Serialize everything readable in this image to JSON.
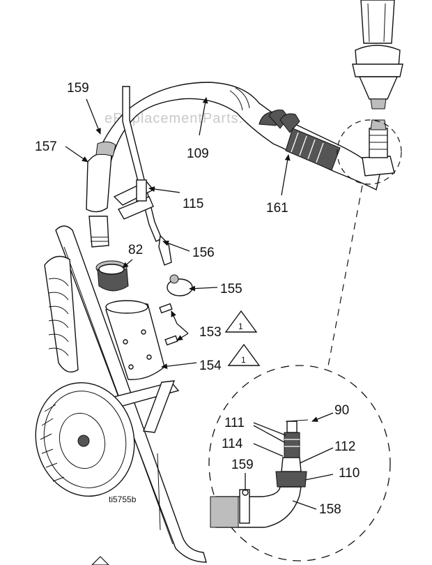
{
  "watermark": "eReplacementParts.com",
  "image_tag": "ti5755b",
  "warning_symbol": "1",
  "callouts": {
    "c159": "159",
    "c157": "157",
    "c109": "109",
    "c115": "115",
    "c161": "161",
    "c82": "82",
    "c156": "156",
    "c155": "155",
    "c153": "153",
    "c154": "154",
    "detail_90": "90",
    "detail_111": "111",
    "detail_114": "114",
    "detail_112": "112",
    "detail_110": "110",
    "detail_159": "159",
    "detail_158": "158"
  }
}
